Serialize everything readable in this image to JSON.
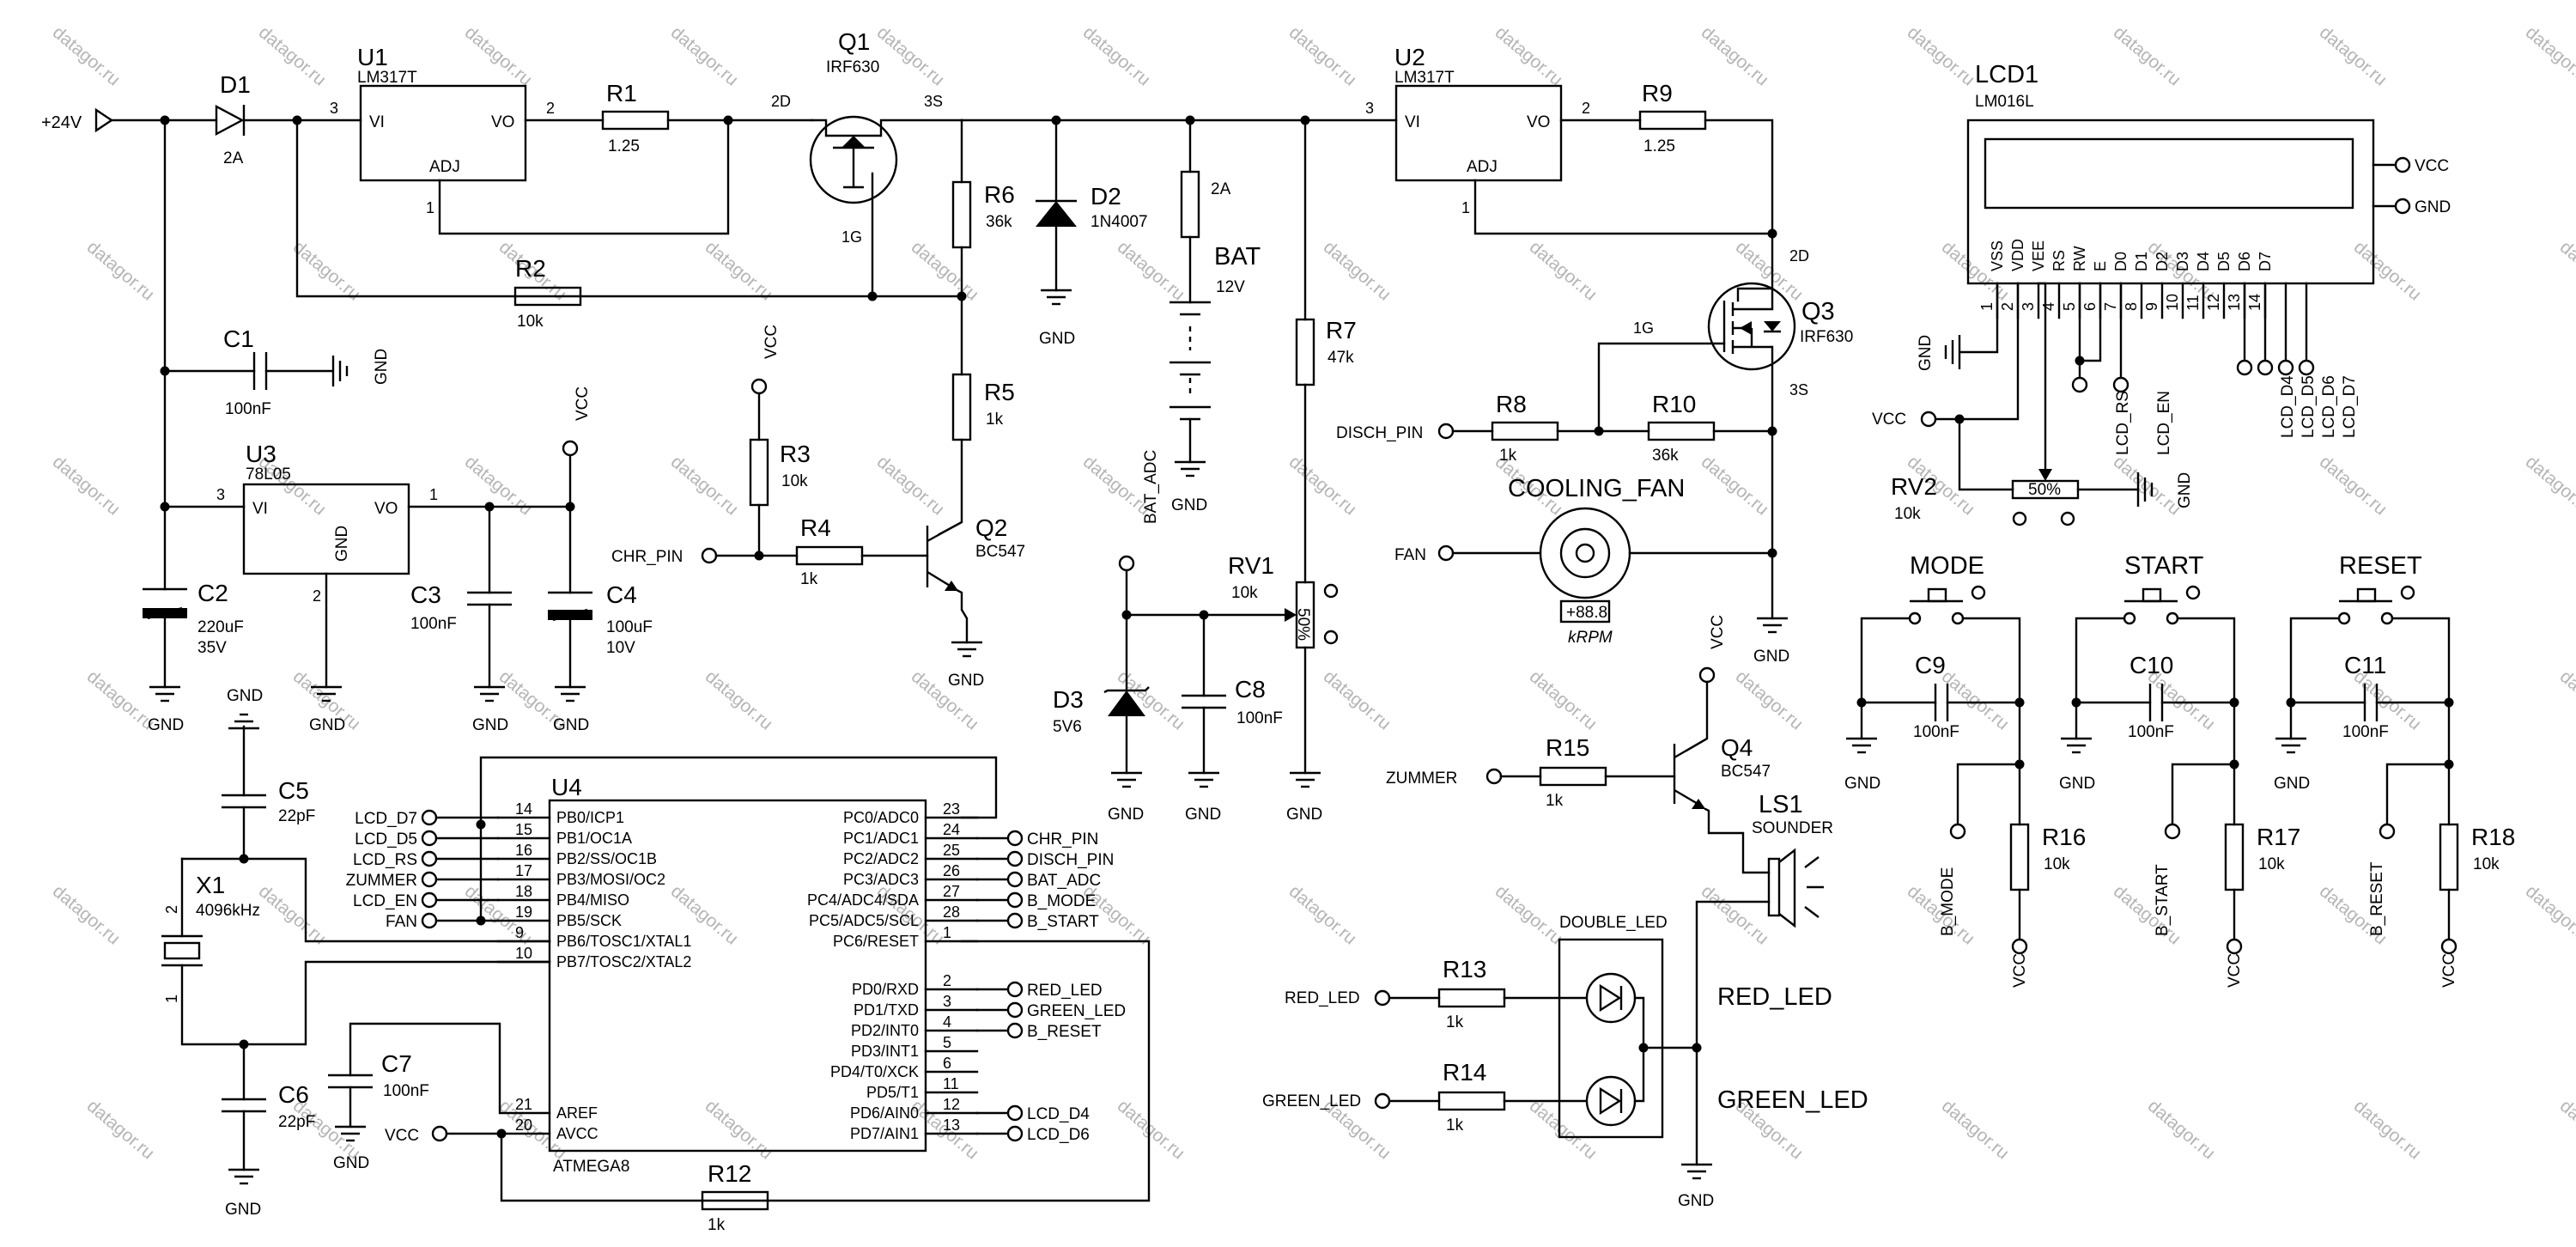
{
  "watermark": "datagor.ru",
  "power": {
    "input": "+24V",
    "vcc": "VCC",
    "gnd": "GND"
  },
  "components": {
    "D1": {
      "ref": "D1",
      "value": "2A"
    },
    "U1": {
      "ref": "U1",
      "value": "LM317T",
      "vi": "VI",
      "vo": "VO",
      "adj": "ADJ",
      "p1": "1",
      "p2": "2",
      "p3": "3"
    },
    "R1": {
      "ref": "R1",
      "value": "1.25"
    },
    "Q1": {
      "ref": "Q1",
      "value": "IRF630",
      "p1": "1G",
      "p2": "2D",
      "p3": "3S"
    },
    "R2": {
      "ref": "R2",
      "value": "10k"
    },
    "R6": {
      "ref": "R6",
      "value": "36k"
    },
    "D2": {
      "ref": "D2",
      "value": "1N4007"
    },
    "BAT": {
      "ref": "BAT",
      "value": "12V",
      "fuse": "2A"
    },
    "R5": {
      "ref": "R5",
      "value": "1k"
    },
    "R3": {
      "ref": "R3",
      "value": "10k"
    },
    "R4": {
      "ref": "R4",
      "value": "1k"
    },
    "Q2": {
      "ref": "Q2",
      "value": "BC547"
    },
    "C1": {
      "ref": "C1",
      "value": "100nF"
    },
    "U3": {
      "ref": "U3",
      "value": "78L05",
      "vi": "VI",
      "vo": "VO",
      "gnd": "GND",
      "p1": "1",
      "p2": "2",
      "p3": "3"
    },
    "C2": {
      "ref": "C2",
      "value": "220uF",
      "volt": "35V"
    },
    "C3": {
      "ref": "C3",
      "value": "100nF"
    },
    "C4": {
      "ref": "C4",
      "value": "100uF",
      "volt": "10V"
    },
    "R7": {
      "ref": "R7",
      "value": "47k"
    },
    "RV1": {
      "ref": "RV1",
      "value": "10k",
      "mark": "50%"
    },
    "D3": {
      "ref": "D3",
      "value": "5V6"
    },
    "C8": {
      "ref": "C8",
      "value": "100nF"
    },
    "U2": {
      "ref": "U2",
      "value": "LM317T",
      "vi": "VI",
      "vo": "VO",
      "adj": "ADJ",
      "p1": "1",
      "p2": "2",
      "p3": "3"
    },
    "R9": {
      "ref": "R9",
      "value": "1.25"
    },
    "Q3": {
      "ref": "Q3",
      "value": "IRF630",
      "p1": "1G",
      "p2": "2D",
      "p3": "3S"
    },
    "R8": {
      "ref": "R8",
      "value": "1k"
    },
    "R10": {
      "ref": "R10",
      "value": "36k"
    },
    "FAN": {
      "title": "COOLING_FAN",
      "reading": "+88.8",
      "unit": "kRPM"
    },
    "R15": {
      "ref": "R15",
      "value": "1k"
    },
    "Q4": {
      "ref": "Q4",
      "value": "BC547"
    },
    "LS1": {
      "ref": "LS1",
      "value": "SOUNDER"
    },
    "R13": {
      "ref": "R13",
      "value": "1k"
    },
    "R14": {
      "ref": "R14",
      "value": "1k"
    },
    "DLED": {
      "title": "DOUBLE_LED",
      "red": "RED_LED",
      "green": "GREEN_LED"
    },
    "C5": {
      "ref": "C5",
      "value": "22pF"
    },
    "X1": {
      "ref": "X1",
      "value": "4096kHz",
      "p1": "1",
      "p2": "2"
    },
    "C6": {
      "ref": "C6",
      "value": "22pF"
    },
    "C7": {
      "ref": "C7",
      "value": "100nF"
    },
    "R12": {
      "ref": "R12",
      "value": "1k"
    },
    "LCD1": {
      "ref": "LCD1",
      "value": "LM016L"
    },
    "RV2": {
      "ref": "RV2",
      "value": "10k",
      "mark": "50%"
    },
    "MODE": {
      "title": "MODE"
    },
    "START": {
      "title": "START"
    },
    "RESET": {
      "title": "RESET"
    },
    "C9": {
      "ref": "C9",
      "value": "100nF"
    },
    "C10": {
      "ref": "C10",
      "value": "100nF"
    },
    "C11": {
      "ref": "C11",
      "value": "100nF"
    },
    "R16": {
      "ref": "R16",
      "value": "10k"
    },
    "R17": {
      "ref": "R17",
      "value": "10k"
    },
    "R18": {
      "ref": "R18",
      "value": "10k"
    }
  },
  "mcu": {
    "ref": "U4",
    "part": "ATMEGA8",
    "left_pins": [
      {
        "num": "14",
        "name": "PB0/ICP1",
        "net": "LCD_D7"
      },
      {
        "num": "15",
        "name": "PB1/OC1A",
        "net": "LCD_D5"
      },
      {
        "num": "16",
        "name": "PB2/SS/OC1B",
        "net": "LCD_RS"
      },
      {
        "num": "17",
        "name": "PB3/MOSI/OC2",
        "net": "ZUMMER"
      },
      {
        "num": "18",
        "name": "PB4/MISO",
        "net": "LCD_EN"
      },
      {
        "num": "19",
        "name": "PB5/SCK",
        "net": "FAN"
      },
      {
        "num": "9",
        "name": "PB6/TOSC1/XTAL1",
        "net": ""
      },
      {
        "num": "10",
        "name": "PB7/TOSC2/XTAL2",
        "net": ""
      }
    ],
    "left_lower_pins": [
      {
        "num": "21",
        "name": "AREF"
      },
      {
        "num": "20",
        "name": "AVCC"
      }
    ],
    "right_pins": [
      {
        "num": "23",
        "name": "PC0/ADC0",
        "net": ""
      },
      {
        "num": "24",
        "name": "PC1/ADC1",
        "net": "CHR_PIN"
      },
      {
        "num": "25",
        "name": "PC2/ADC2",
        "net": "DISCH_PIN"
      },
      {
        "num": "26",
        "name": "PC3/ADC3",
        "net": "BAT_ADC"
      },
      {
        "num": "27",
        "name": "PC4/ADC4/SDA",
        "net": "B_MODE"
      },
      {
        "num": "28",
        "name": "PC5/ADC5/SCL",
        "net": "B_START"
      },
      {
        "num": "1",
        "name": "PC6/RESET",
        "net": ""
      },
      {
        "num": "2",
        "name": "PD0/RXD",
        "net": "RED_LED"
      },
      {
        "num": "3",
        "name": "PD1/TXD",
        "net": "GREEN_LED"
      },
      {
        "num": "4",
        "name": "PD2/INT0",
        "net": "B_RESET"
      },
      {
        "num": "5",
        "name": "PD3/INT1",
        "net": ""
      },
      {
        "num": "6",
        "name": "PD4/T0/XCK",
        "net": ""
      },
      {
        "num": "11",
        "name": "PD5/T1",
        "net": ""
      },
      {
        "num": "12",
        "name": "PD6/AIN0",
        "net": "LCD_D4"
      },
      {
        "num": "13",
        "name": "PD7/AIN1",
        "net": "LCD_D6"
      }
    ]
  },
  "lcd_pins": [
    {
      "num": "1",
      "name": "VSS"
    },
    {
      "num": "2",
      "name": "VDD"
    },
    {
      "num": "3",
      "name": "VEE"
    },
    {
      "num": "4",
      "name": "RS"
    },
    {
      "num": "5",
      "name": "RW"
    },
    {
      "num": "6",
      "name": "E"
    },
    {
      "num": "7",
      "name": "D0"
    },
    {
      "num": "8",
      "name": "D1"
    },
    {
      "num": "9",
      "name": "D2"
    },
    {
      "num": "10",
      "name": "D3"
    },
    {
      "num": "11",
      "name": "D4"
    },
    {
      "num": "12",
      "name": "D5"
    },
    {
      "num": "13",
      "name": "D6"
    },
    {
      "num": "14",
      "name": "D7"
    }
  ],
  "nets": {
    "chr_pin": "CHR_PIN",
    "disch_pin": "DISCH_PIN",
    "bat_adc": "BAT_ADC",
    "fan": "FAN",
    "zummer": "ZUMMER",
    "red_led": "RED_LED",
    "green_led": "GREEN_LED",
    "lcd_rs": "LCD_RS",
    "lcd_en": "LCD_EN",
    "lcd_d4": "LCD_D4",
    "lcd_d5": "LCD_D5",
    "lcd_d6": "LCD_D6",
    "lcd_d7": "LCD_D7",
    "b_mode": "B_MODE",
    "b_start": "B_START",
    "b_reset": "B_RESET"
  }
}
